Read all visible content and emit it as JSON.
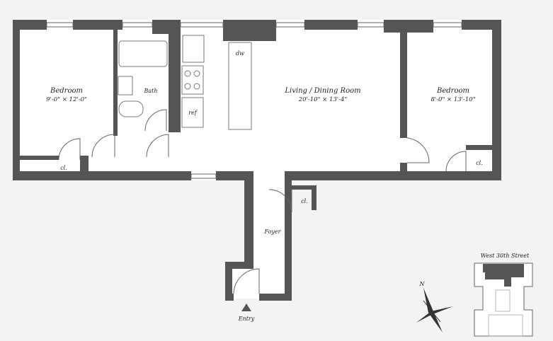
{
  "rooms": {
    "bedroom1": {
      "name": "Bedroom",
      "dims": "9'-0\" × 12'-0\""
    },
    "bath": {
      "name": "Bath"
    },
    "kitchen": {
      "dw": "dw",
      "ref": "ref"
    },
    "living": {
      "name": "Living / Dining Room",
      "dims": "20'-10\" × 13'-4\""
    },
    "bedroom2": {
      "name": "Bedroom",
      "dims": "8'-0\" × 13'-10\""
    },
    "closets": [
      "cl.",
      "cl.",
      "cl."
    ],
    "foyer": {
      "name": "Foyer"
    },
    "entry": {
      "name": "Entry"
    }
  },
  "compass": {
    "north": "N"
  },
  "keyplan": {
    "street": "West 30th Street"
  },
  "colors": {
    "wall": "#555555",
    "background": "#f3f3f3",
    "floor": "#ffffff"
  }
}
